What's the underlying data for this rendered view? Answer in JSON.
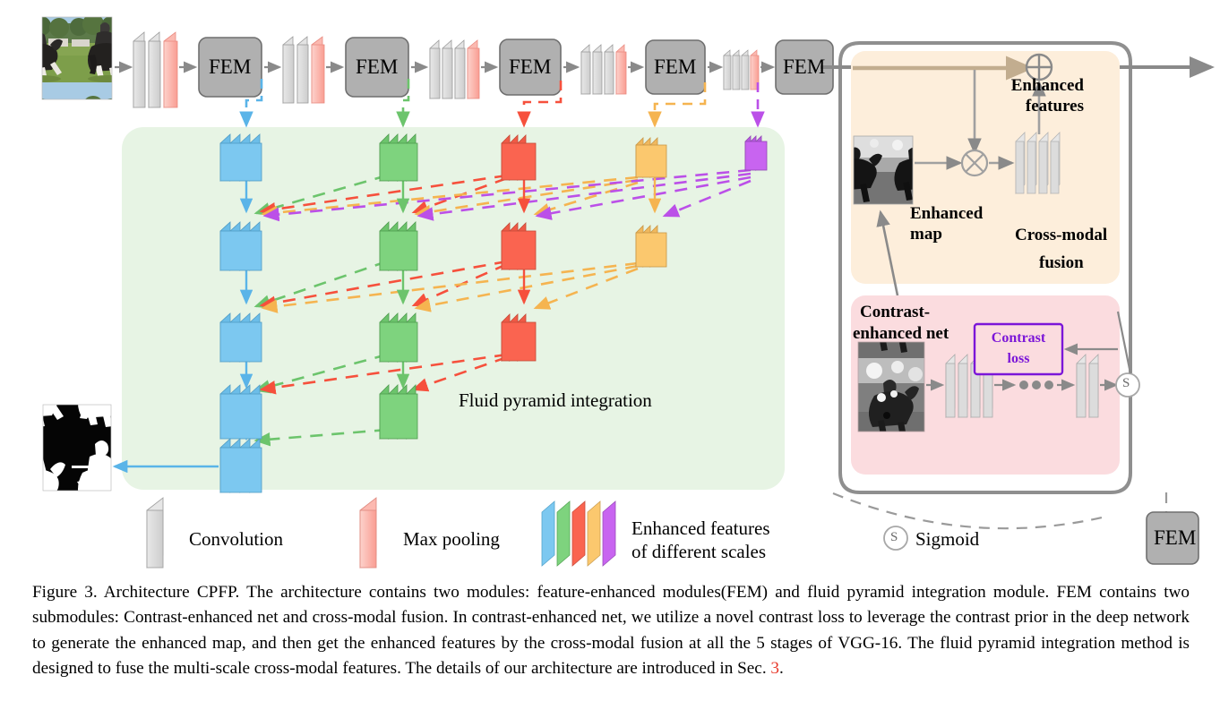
{
  "figure": {
    "title": "Architecture CPFP",
    "caption_prefix": "Figure 3.",
    "caption": "Figure 3. Architecture CPFP. The architecture contains two modules: feature-enhanced modules(FEM) and fluid pyramid integration module. FEM contains two submodules: Contrast-enhanced net and cross-modal fusion. In contrast-enhanced net, we utilize a novel contrast loss to leverage the contrast prior in the deep network to generate the enhanced map, and then get the enhanced features by the cross-modal fusion at all the 5 stages of VGG-16. The fluid pyramid integration method is designed to fuse the multi-scale cross-modal features. The details of our architecture are introduced in Sec. ",
    "caption_ref": "3",
    "caption_end": "."
  },
  "backbone": {
    "input_image_name": "input-rgb-image",
    "output_image_name": "output-saliency-map",
    "fem_label": "FEM",
    "stages": [
      {
        "index": 1,
        "conv_count": 2,
        "pool": true,
        "fem": "FEM",
        "color": "#7CC8F0",
        "color_name": "blue"
      },
      {
        "index": 2,
        "conv_count": 2,
        "pool": true,
        "fem": "FEM",
        "color": "#7ED37E",
        "color_name": "green"
      },
      {
        "index": 3,
        "conv_count": 3,
        "pool": true,
        "fem": "FEM",
        "color": "#FA6450",
        "color_name": "red"
      },
      {
        "index": 4,
        "conv_count": 3,
        "pool": true,
        "fem": "FEM",
        "color": "#FBC86E",
        "color_name": "orange"
      },
      {
        "index": 5,
        "conv_count": 3,
        "pool": true,
        "fem": "FEM",
        "color": "#C864F0",
        "color_name": "purple"
      }
    ]
  },
  "pyramid": {
    "label": "Fluid pyramid integration",
    "panel_color": "#e7f4e4",
    "columns": [
      {
        "color_name": "blue",
        "color": "#7CC8F0",
        "rows": 5
      },
      {
        "color_name": "green",
        "color": "#7ED37E",
        "rows": 4
      },
      {
        "color_name": "red",
        "color": "#FA6450",
        "rows": 3
      },
      {
        "color_name": "orange",
        "color": "#FBC86E",
        "rows": 2
      },
      {
        "color_name": "purple",
        "color": "#C864F0",
        "rows": 1
      }
    ]
  },
  "fem_panel": {
    "cross_modal": {
      "title_line1": "Cross-modal",
      "title_line2": "fusion",
      "panel_color": "#fdeedb",
      "enhanced_features_line1": "Enhanced",
      "enhanced_features_line2": "features",
      "enhanced_map_line1": "Enhanced",
      "enhanced_map_line2": "map",
      "add_op": "⊕",
      "mul_op": "⊗",
      "conv_count": 4
    },
    "contrast_net": {
      "title_line1": "Contrast-",
      "title_line2": "enhanced net",
      "panel_color": "#fbdcdf",
      "loss_line1": "Contrast",
      "loss_line2": "loss",
      "loss_color": "#7b16d8",
      "sigmoid_symbol": "S",
      "conv_group_1": 4,
      "conv_group_2": 2,
      "ellipsis": "•••"
    }
  },
  "legend": {
    "items": [
      {
        "name": "convolution",
        "label": "Convolution",
        "color": "#d5d5d5"
      },
      {
        "name": "max-pooling",
        "label": "Max pooling",
        "color": "#fbafa6"
      },
      {
        "name": "enhanced-features",
        "label_line1": "Enhanced features",
        "label_line2": "of different scales",
        "colors": [
          "#7CC8F0",
          "#7ED37E",
          "#FA6450",
          "#FBC86E",
          "#C864F0"
        ]
      },
      {
        "name": "sigmoid",
        "label": "Sigmoid",
        "symbol": "S"
      },
      {
        "name": "fem",
        "label": "FEM",
        "color": "#b0b0b0"
      }
    ]
  },
  "colors": {
    "blue": "#7CC8F0",
    "green": "#7ED37E",
    "red": "#FA6450",
    "orange": "#FBC86E",
    "purple": "#C864F0",
    "conv_gray": "#d5d5d5",
    "pool_pink": "#fbafa6",
    "fem_gray": "#b0b0b0",
    "arrow_gray": "#8a8a8a",
    "loss_purple": "#7b16d8"
  }
}
